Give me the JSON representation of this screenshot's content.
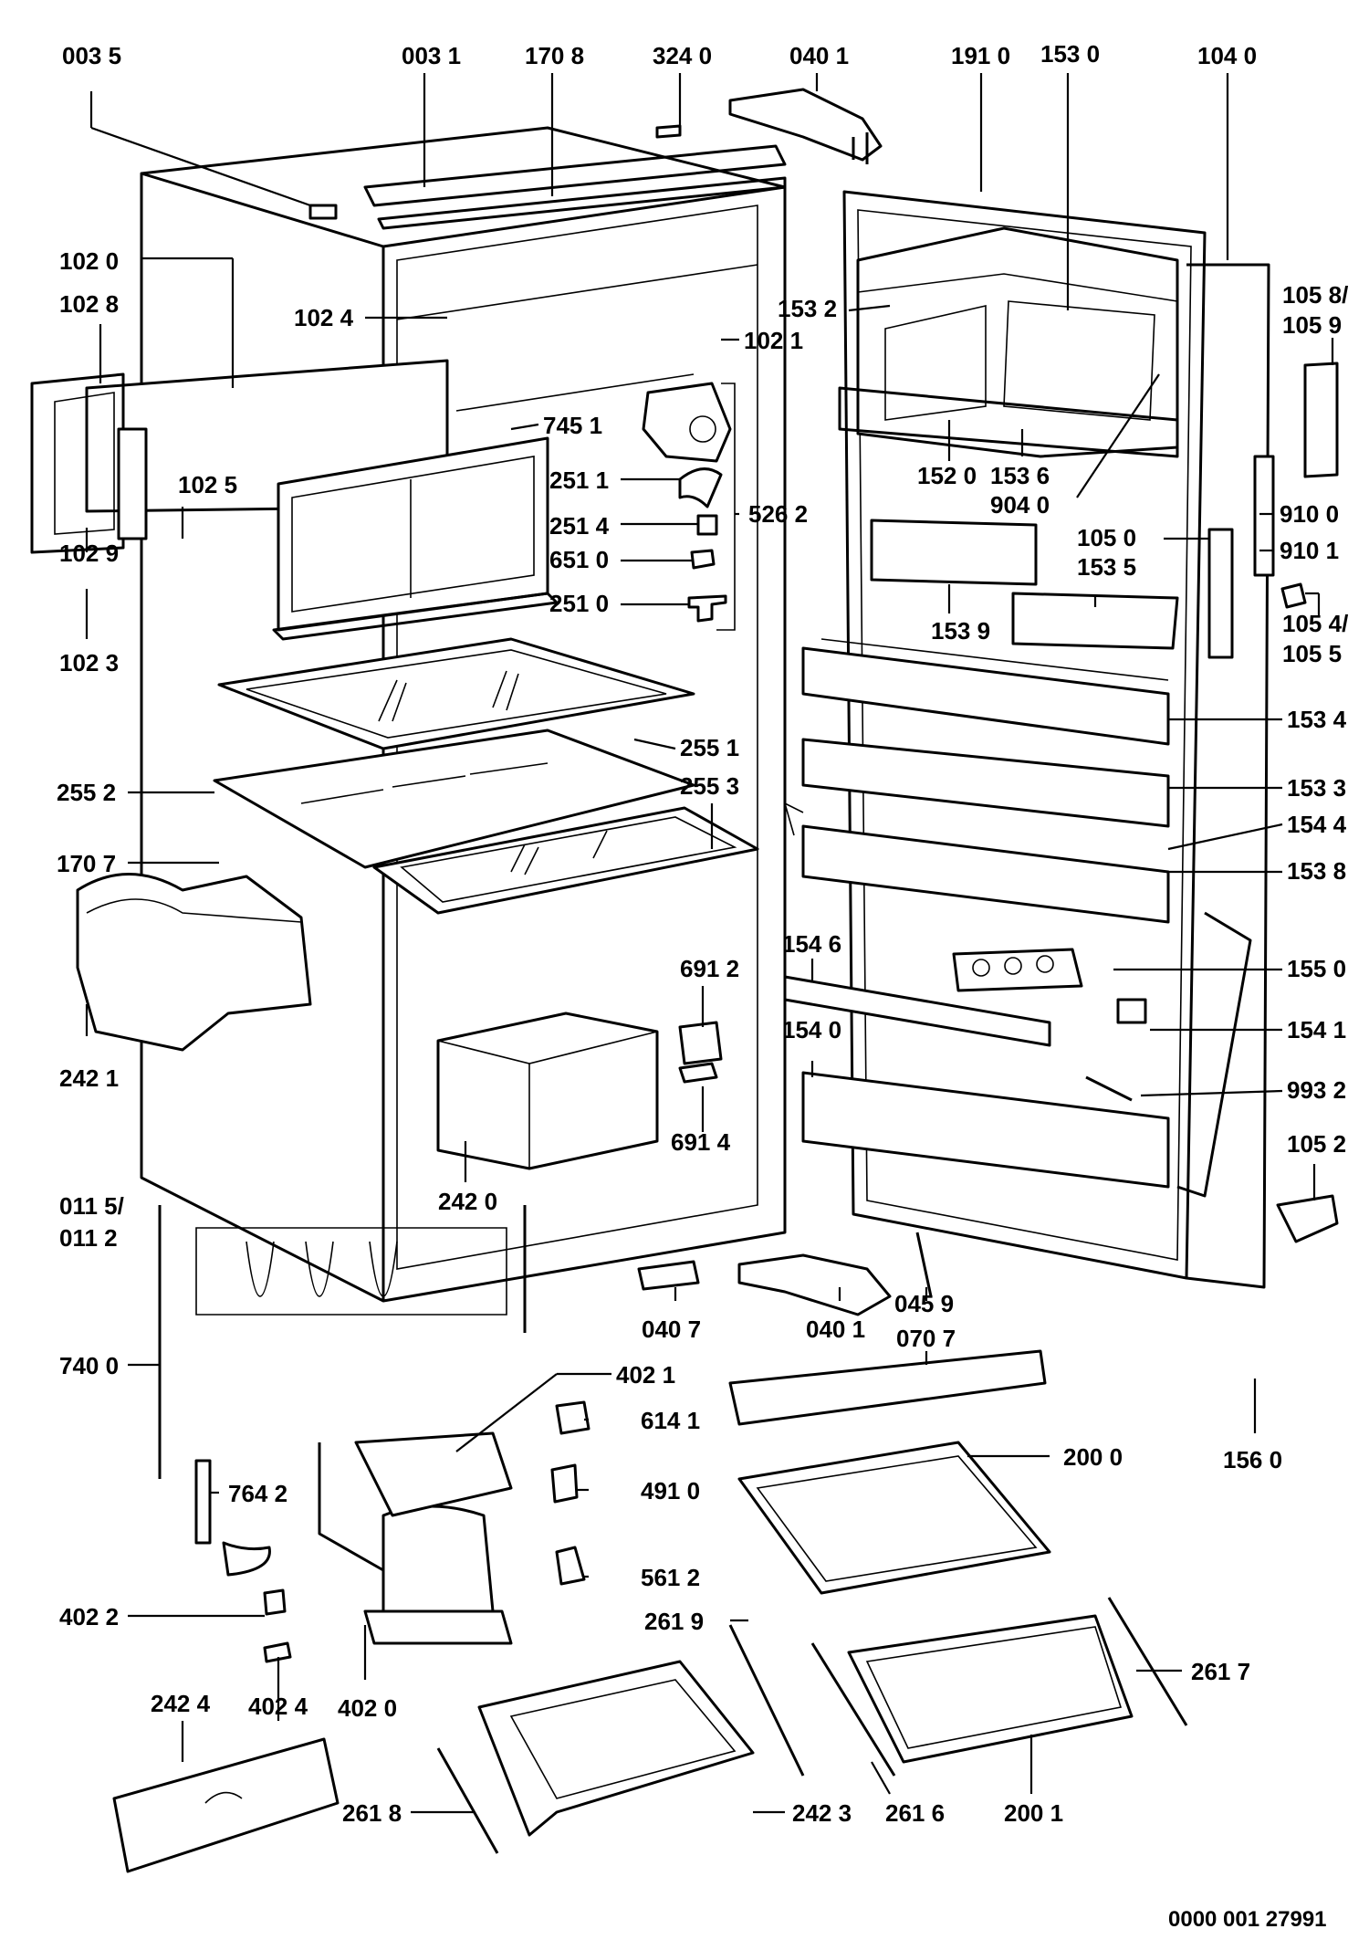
{
  "diagram": {
    "reference": "0000 001 27991",
    "labels": [
      {
        "id": "l0035",
        "text": "003 5"
      },
      {
        "id": "l0031",
        "text": "003 1"
      },
      {
        "id": "l1708",
        "text": "170 8"
      },
      {
        "id": "l3240",
        "text": "324 0"
      },
      {
        "id": "l0401a",
        "text": "040 1"
      },
      {
        "id": "l1910",
        "text": "191 0"
      },
      {
        "id": "l1530",
        "text": "153 0"
      },
      {
        "id": "l1040",
        "text": "104 0"
      },
      {
        "id": "l1020",
        "text": "102 0"
      },
      {
        "id": "l1028",
        "text": "102 8"
      },
      {
        "id": "l1024",
        "text": "102 4"
      },
      {
        "id": "l1532",
        "text": "153 2"
      },
      {
        "id": "l1021",
        "text": "102 1"
      },
      {
        "id": "l1058",
        "text": "105 8/"
      },
      {
        "id": "l1059",
        "text": "105 9"
      },
      {
        "id": "l7451",
        "text": "745  1"
      },
      {
        "id": "l2511",
        "text": "251 1"
      },
      {
        "id": "l1520",
        "text": "152 0"
      },
      {
        "id": "l1536",
        "text": "153 6"
      },
      {
        "id": "l1025",
        "text": "102 5"
      },
      {
        "id": "l5262",
        "text": "526 2"
      },
      {
        "id": "l2514",
        "text": "251 4"
      },
      {
        "id": "l9040",
        "text": "904 0"
      },
      {
        "id": "l1029",
        "text": "102 9"
      },
      {
        "id": "l9100",
        "text": "910 0"
      },
      {
        "id": "l6510",
        "text": "651 0"
      },
      {
        "id": "l1050",
        "text": "105 0"
      },
      {
        "id": "l9101",
        "text": "910 1"
      },
      {
        "id": "l2510",
        "text": "251 0"
      },
      {
        "id": "l1535",
        "text": "153 5"
      },
      {
        "id": "l1023",
        "text": "102 3"
      },
      {
        "id": "l1539",
        "text": "153 9"
      },
      {
        "id": "l1054",
        "text": "105 4/"
      },
      {
        "id": "l1055",
        "text": "105 5"
      },
      {
        "id": "l1534",
        "text": "153 4"
      },
      {
        "id": "l2551",
        "text": "255 1"
      },
      {
        "id": "l2552",
        "text": "255 2"
      },
      {
        "id": "l2553",
        "text": "255 3"
      },
      {
        "id": "l1533",
        "text": "153 3"
      },
      {
        "id": "l1544",
        "text": "154 4"
      },
      {
        "id": "l1707",
        "text": "170 7"
      },
      {
        "id": "l1538",
        "text": "153 8"
      },
      {
        "id": "l1546",
        "text": "154 6"
      },
      {
        "id": "l6912",
        "text": "691 2"
      },
      {
        "id": "l1550",
        "text": "155 0"
      },
      {
        "id": "l1541",
        "text": "154 1"
      },
      {
        "id": "l1540",
        "text": "154 0"
      },
      {
        "id": "l2421",
        "text": "242 1"
      },
      {
        "id": "l9932",
        "text": "993 2"
      },
      {
        "id": "l6914",
        "text": "691 4"
      },
      {
        "id": "l1052",
        "text": "105 2"
      },
      {
        "id": "l0115",
        "text": "011 5/"
      },
      {
        "id": "l2420",
        "text": "242 0"
      },
      {
        "id": "l0112",
        "text": "011 2"
      },
      {
        "id": "l0407",
        "text": "040 7"
      },
      {
        "id": "l0401b",
        "text": "040 1"
      },
      {
        "id": "l0459",
        "text": "045 9"
      },
      {
        "id": "l0707",
        "text": "070 7"
      },
      {
        "id": "l7400",
        "text": "740 0"
      },
      {
        "id": "l4021",
        "text": "402 1"
      },
      {
        "id": "l6141",
        "text": "614 1"
      },
      {
        "id": "l1560",
        "text": "156 0"
      },
      {
        "id": "l2000",
        "text": "200 0"
      },
      {
        "id": "l7642",
        "text": "764 2"
      },
      {
        "id": "l4910",
        "text": "491 0"
      },
      {
        "id": "l5612",
        "text": "561 2"
      },
      {
        "id": "l4022",
        "text": "402 2"
      },
      {
        "id": "l2619",
        "text": "261 9"
      },
      {
        "id": "l2617",
        "text": "261 7"
      },
      {
        "id": "l2424",
        "text": "242 4"
      },
      {
        "id": "l4024",
        "text": "402 4"
      },
      {
        "id": "l4020",
        "text": "402 0"
      },
      {
        "id": "l2618",
        "text": "261 8"
      },
      {
        "id": "l2423",
        "text": "242 3"
      },
      {
        "id": "l2616",
        "text": "261 6"
      },
      {
        "id": "l2001",
        "text": "200 1"
      }
    ]
  }
}
